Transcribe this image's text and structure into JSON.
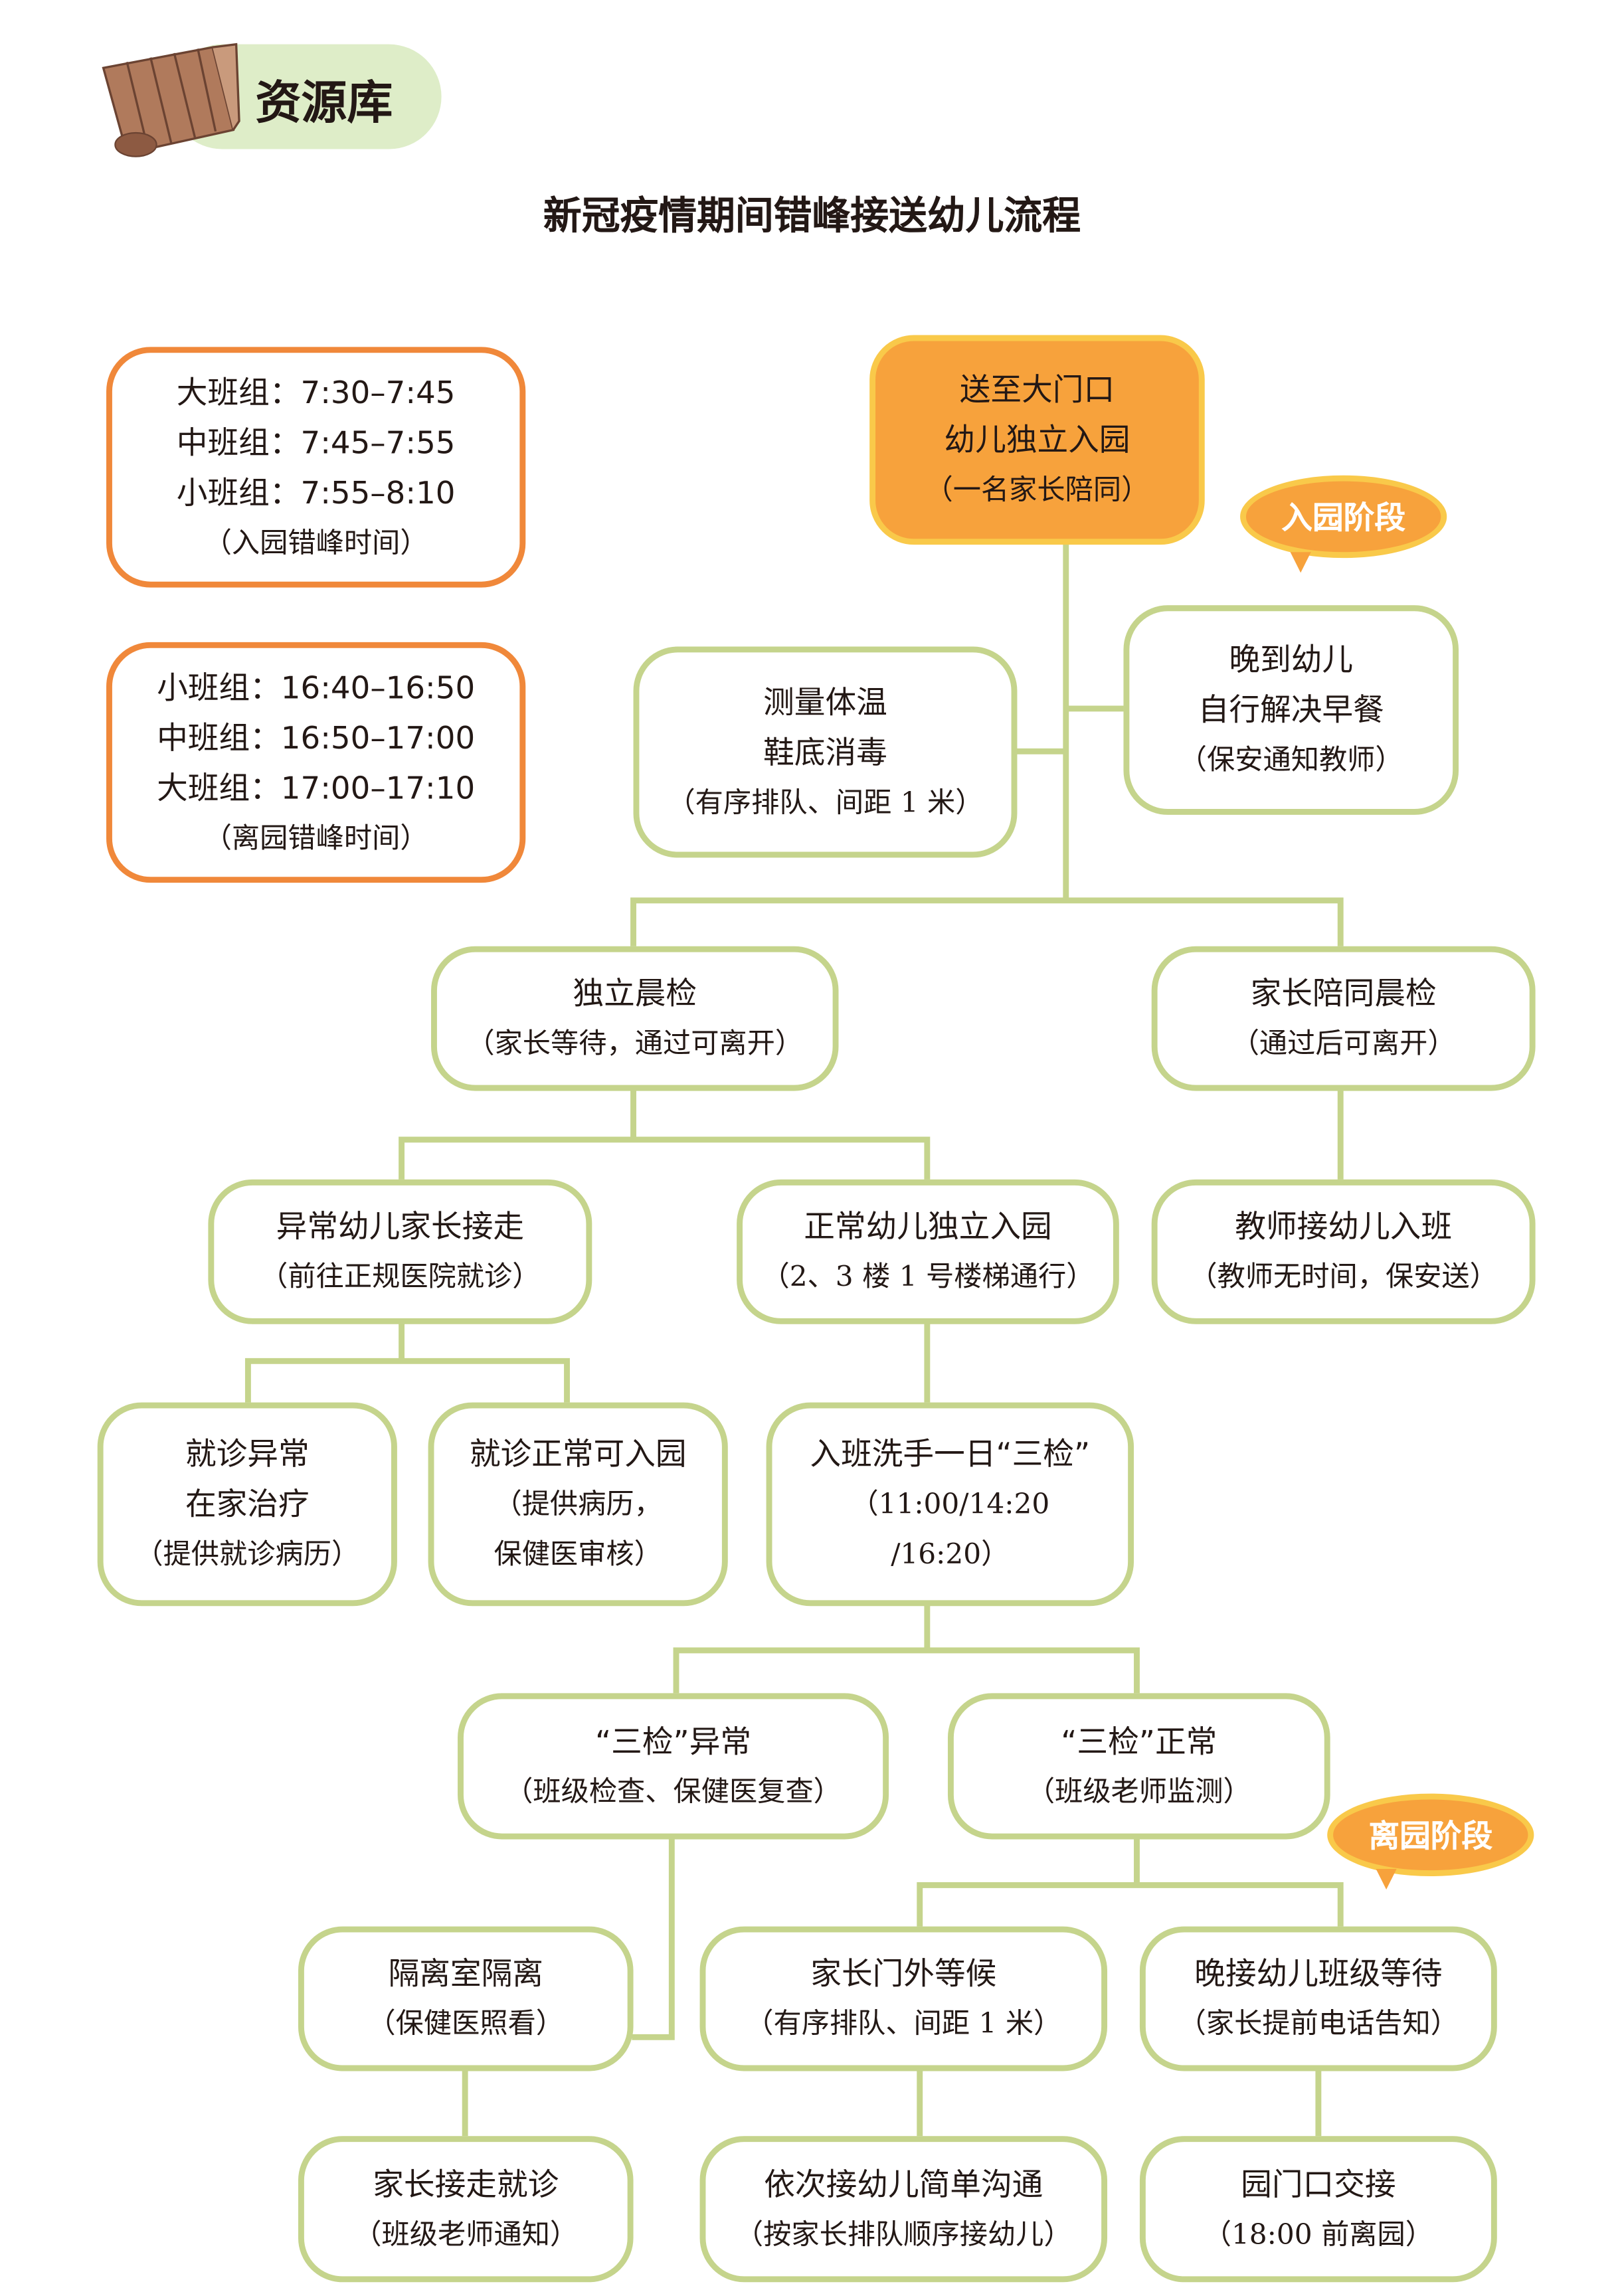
{
  "header": {
    "section": "资源库",
    "title": "新冠疫情期间错峰接送幼儿流程"
  },
  "schedules": [
    {
      "lines": [
        "大班组：7:30–7:45",
        "中班组：7:45–7:55",
        "小班组：7:55–8:10"
      ],
      "note": "（入园错峰时间）"
    },
    {
      "lines": [
        "小班组：16:40–16:50",
        "中班组：16:50–17:00",
        "大班组：17:00–17:10"
      ],
      "note": "（离园错峰时间）"
    }
  ],
  "stages": {
    "entry": "入园阶段",
    "leave": "离园阶段"
  },
  "nodes": {
    "gate": {
      "l1": "送至大门口",
      "l2": "幼儿独立入园",
      "s": "（一名家长陪同）"
    },
    "temp": {
      "l1": "测量体温",
      "l2": "鞋底消毒",
      "s": "（有序排队、间距 1 米）"
    },
    "late": {
      "l1": "晚到幼儿",
      "l2": "自行解决早餐",
      "s": "（保安通知教师）"
    },
    "selfcheck": {
      "l1": "独立晨检",
      "s": "（家长等待，通过可离开）"
    },
    "parentcheck": {
      "l1": "家长陪同晨检",
      "s": "（通过后可离开）"
    },
    "abnormal": {
      "l1": "异常幼儿家长接走",
      "s": "（前往正规医院就诊）"
    },
    "normal": {
      "l1": "正常幼儿独立入园",
      "s": "（2、3 楼 1 号楼梯通行）"
    },
    "teacher": {
      "l1": "教师接幼儿入班",
      "s": "（教师无时间，保安送）"
    },
    "home": {
      "l1": "就诊异常",
      "l2": "在家治疗",
      "s": "（提供就诊病历）"
    },
    "readmit": {
      "l1": "就诊正常可入园",
      "s1": "（提供病历，",
      "s2": "保健医审核）"
    },
    "wash": {
      "l1": "入班洗手一日“三检”",
      "s1": "（11:00/14:20",
      "s2": "/16:20）"
    },
    "checkab": {
      "l1": "“三检”异常",
      "s": "（班级检查、保健医复查）"
    },
    "checkok": {
      "l1": "“三检”正常",
      "s": "（班级老师监测）"
    },
    "isolate": {
      "l1": "隔离室隔离",
      "s": "（保健医照看）"
    },
    "wait": {
      "l1": "家长门外等候",
      "s": "（有序排队、间距 1 米）"
    },
    "latepick": {
      "l1": "晚接幼儿班级等待",
      "s": "（家长提前电话告知）"
    },
    "pickdoc": {
      "l1": "家长接走就诊",
      "s": "（班级老师通知）"
    },
    "handover": {
      "l1": "依次接幼儿简单沟通",
      "s": "（按家长排队顺序接幼儿）"
    },
    "gatehand": {
      "l1": "园门口交接",
      "s": "（18:00 前离园）"
    }
  },
  "colors": {
    "green": "#c5d48c",
    "orange": "#f0883a",
    "fill": "#f7a23c"
  }
}
